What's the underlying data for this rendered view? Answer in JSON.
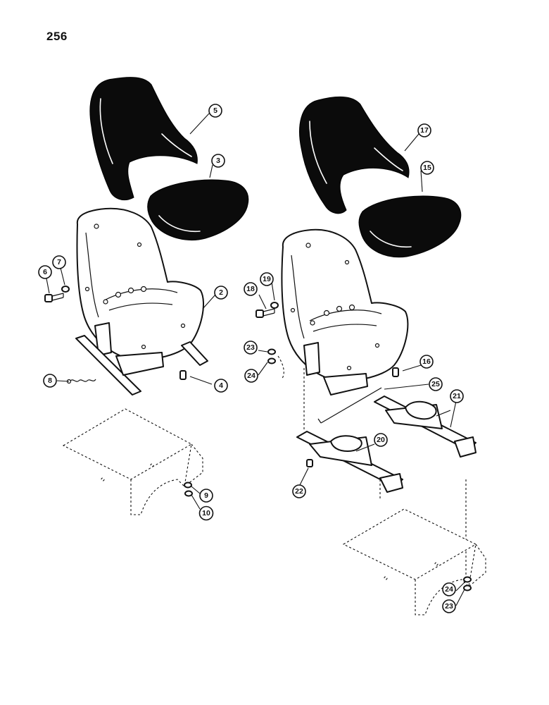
{
  "page": {
    "number": "256"
  },
  "callouts": [
    "2",
    "3",
    "4",
    "5",
    "6",
    "7",
    "8",
    "9",
    "10",
    "15",
    "16",
    "17",
    "18",
    "19",
    "20",
    "21",
    "22",
    "23",
    "24",
    "25",
    "24",
    "23"
  ]
}
